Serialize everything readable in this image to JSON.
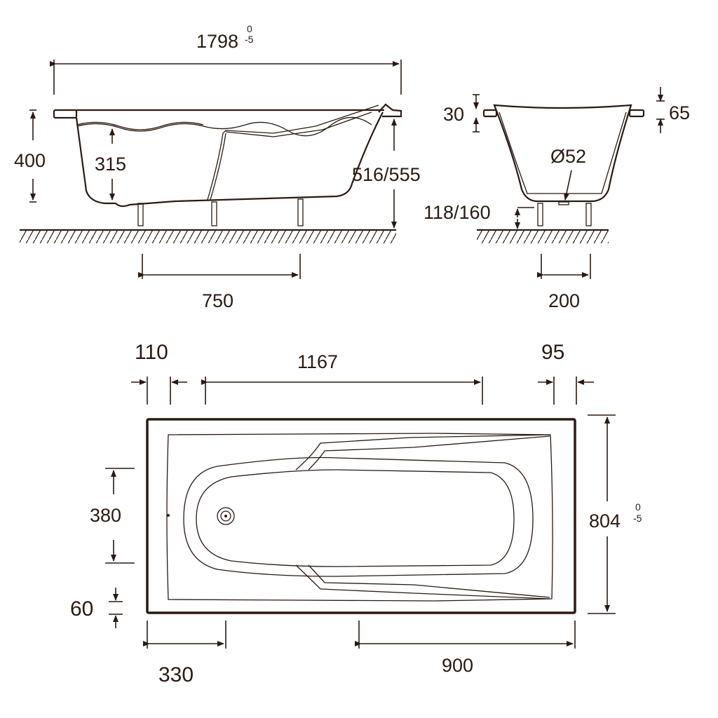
{
  "title": "Bathtub dimension drawing",
  "colors": {
    "line": "#2a1a12",
    "background": "#ffffff"
  },
  "side_view": {
    "overall_length": "1798",
    "overall_length_tol_upper": "0",
    "overall_length_tol_lower": "-5",
    "depth": "400",
    "water_depth": "315",
    "height": "516/555",
    "leg_spacing": "750"
  },
  "end_view": {
    "rim_left": "30",
    "rim_right": "65",
    "drain_diameter": "Ø52",
    "clearance": "118/160",
    "leg_spacing": "200"
  },
  "plan_view": {
    "left_offset": "110",
    "inner_length": "1167",
    "right_offset": "95",
    "inner_width": "380",
    "bottom_offset": "60",
    "overall_width": "804",
    "overall_width_tol_upper": "0",
    "overall_width_tol_lower": "-5",
    "drain_offset": "330",
    "backrest_length": "900"
  }
}
